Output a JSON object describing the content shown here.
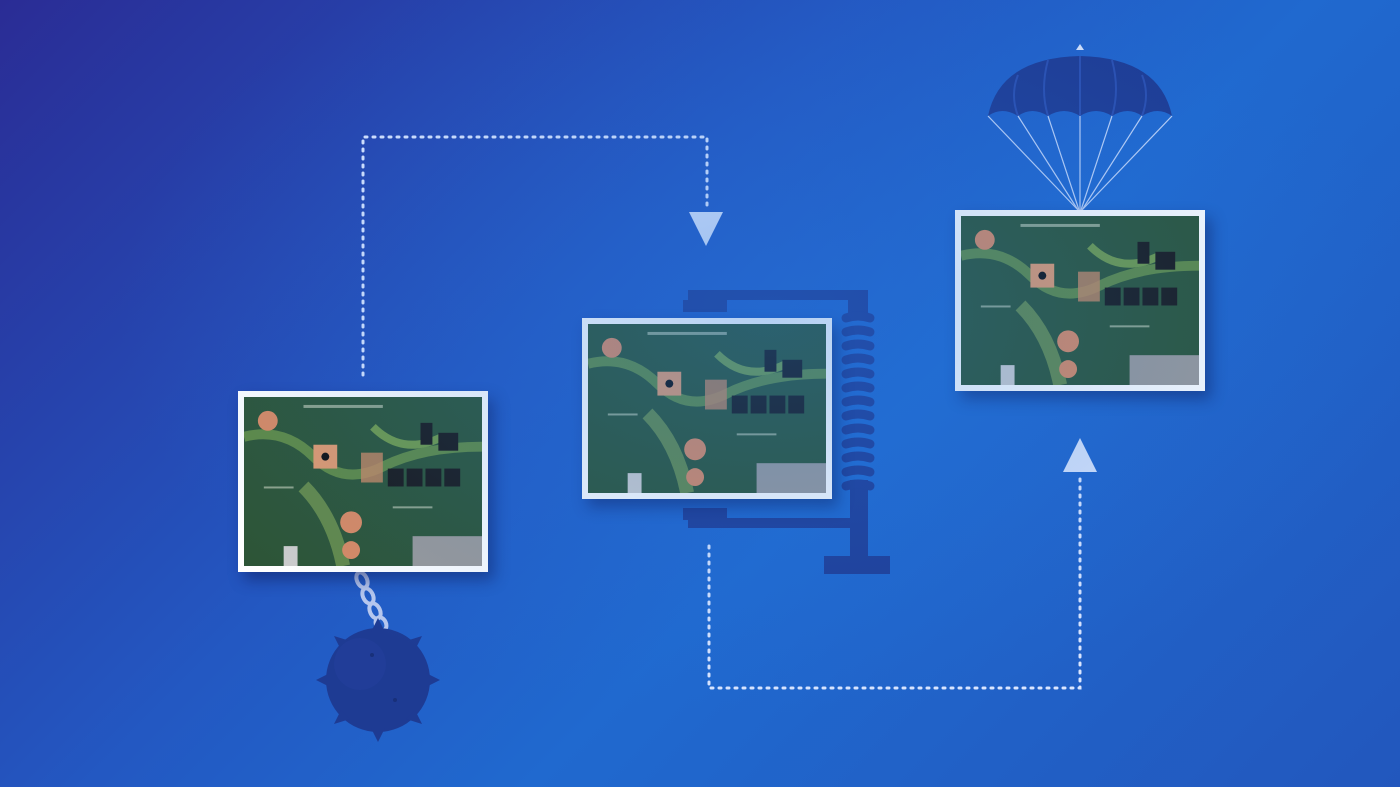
{
  "scene": {
    "palette": {
      "background_start": "#2a2c95",
      "background_end": "#2069cf",
      "prop_color": "#1e3a8a",
      "dotted_line": "#dbe6ff",
      "arrow": "#d7e3fb",
      "pcb_green": "#2f5a3a",
      "pcb_trace": "#6f9a4a",
      "pad_copper": "#e0966a",
      "frame": "#ffffff"
    },
    "elements": [
      {
        "id": "board-left",
        "icon": "circuit-board-photo",
        "attachment": "wrecking-ball-on-chain"
      },
      {
        "id": "board-center",
        "icon": "circuit-board-photo",
        "attachment": "c-clamp"
      },
      {
        "id": "board-right",
        "icon": "circuit-board-photo",
        "attachment": "parachute"
      }
    ],
    "connectors": [
      {
        "from": "board-left",
        "to": "board-center",
        "style": "dotted",
        "arrow": "down-triangle"
      },
      {
        "from": "board-center",
        "to": "board-right",
        "style": "dotted",
        "arrow": "up-triangle"
      }
    ]
  }
}
